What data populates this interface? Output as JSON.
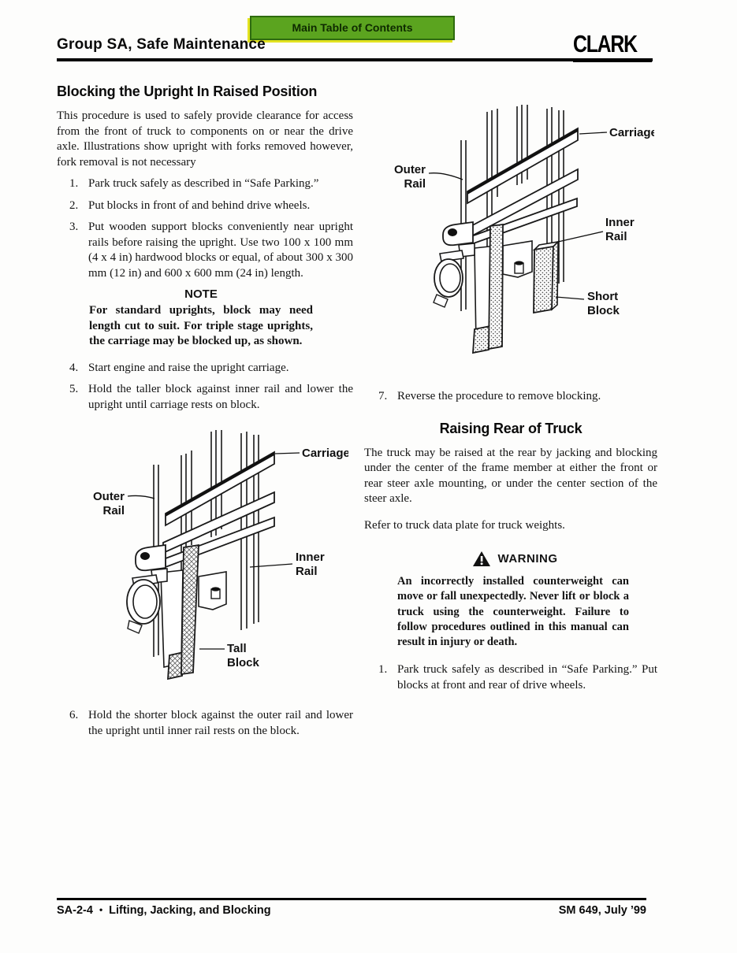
{
  "toc_button": {
    "label": "Main Table of Contents"
  },
  "header": {
    "title": "Group SA, Safe Maintenance",
    "logo": "CLARK"
  },
  "left_column": {
    "heading": "Blocking the Upright In Raised Position",
    "intro": "This procedure is used to safely provide clearance for access from the front of truck to components on or near the drive axle. Illustrations show upright with forks removed however, fork removal is not necessary",
    "steps_a": [
      {
        "num": "1.",
        "text": "Park truck safely as described in “Safe Parking.”"
      },
      {
        "num": "2.",
        "text": "Put blocks in front of and behind drive wheels."
      },
      {
        "num": "3.",
        "text": "Put wooden support blocks conveniently near upright rails before raising the upright. Use two 100 x 100 mm (4 x 4 in) hardwood blocks or equal, of about 300 x 300 mm (12 in) and 600 x 600 mm (24 in) length."
      }
    ],
    "note": {
      "title": "NOTE",
      "body": "For standard uprights, block may need length cut to suit. For triple stage uprights, the carriage may be blocked up, as shown."
    },
    "steps_b": [
      {
        "num": "4.",
        "text": "Start engine and raise the upright carriage."
      },
      {
        "num": "5.",
        "text": "Hold the taller block against inner rail and lower the upright until carriage rests on block."
      }
    ],
    "figure_tall": {
      "carriage": "Carriage",
      "outer_line1": "Outer",
      "outer_line2": "Rail",
      "inner_line1": "Inner",
      "inner_line2": "Rail",
      "block_line1": "Tall",
      "block_line2": "Block"
    },
    "step6": {
      "num": "6.",
      "text": "Hold the shorter block against the outer rail and lower the upright until inner rail rests on the block."
    }
  },
  "right_column": {
    "figure_short": {
      "carriage": "Carriage",
      "outer_line1": "Outer",
      "outer_line2": "Rail",
      "inner_line1": "Inner",
      "inner_line2": "Rail",
      "block_line1": "Short",
      "block_line2": "Block"
    },
    "step7": {
      "num": "7.",
      "text": "Reverse the procedure to remove blocking."
    },
    "heading": "Raising Rear of Truck",
    "para1": "The truck may be raised at the rear by jacking and blocking under the center of the frame member at either the front or rear steer axle mounting, or under the center section of the steer axle.",
    "para2": "Refer to truck data plate for truck weights.",
    "warning": {
      "title": "WARNING",
      "body": "An incorrectly installed counterweight can move or fall unexpectedly. Never lift or block a truck using the counterweight. Failure to follow procedures outlined in this manual can result in injury or death."
    },
    "step1": {
      "num": "1.",
      "text": "Park truck safely as described in “Safe Parking.” Put blocks at front and rear of drive wheels."
    }
  },
  "footer": {
    "page_code": "SA-2-4",
    "bullet": "•",
    "section": "Lifting, Jacking, and Blocking",
    "doc_ref": "SM 649, July ’99"
  },
  "colors": {
    "button_green": "#5ba41f",
    "button_border_green": "#2e6b0e",
    "button_accent_yellow": "#e3e320",
    "ink": "#141414"
  }
}
